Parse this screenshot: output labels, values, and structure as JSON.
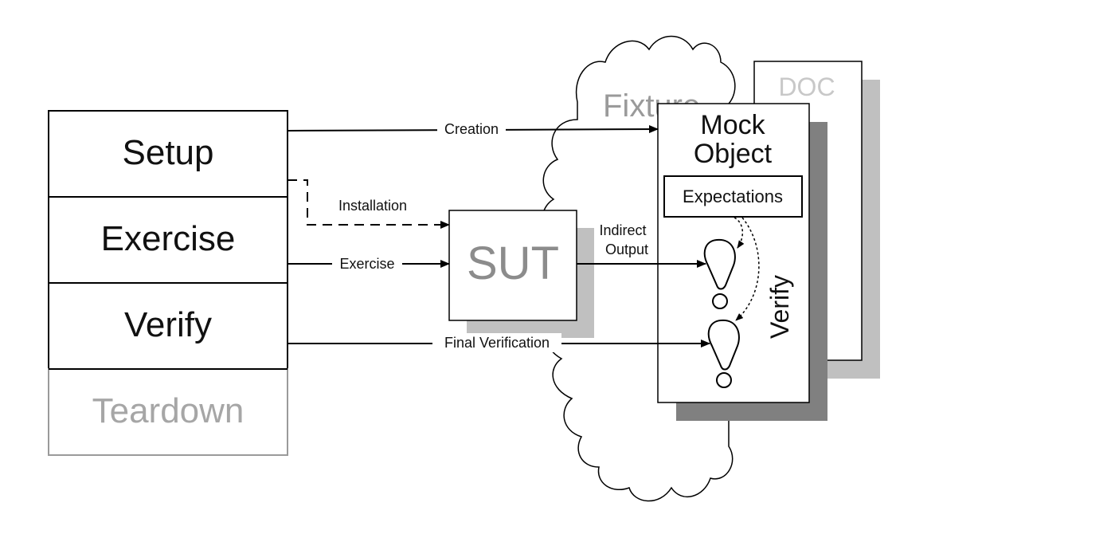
{
  "phases": {
    "setup": "Setup",
    "exercise": "Exercise",
    "verify": "Verify",
    "teardown": "Teardown"
  },
  "flows": {
    "creation": "Creation",
    "installation": "Installation",
    "exercise": "Exercise",
    "indirect_output_line1": "Indirect",
    "indirect_output_line2": "Output",
    "final_verification": "Final Verification"
  },
  "fixture": {
    "label": "Fixture"
  },
  "sut": {
    "label": "SUT"
  },
  "doc": {
    "label": "DOC"
  },
  "mock_object": {
    "title_line1": "Mock",
    "title_line2": "Object",
    "expectations": "Expectations",
    "verify": "Verify"
  },
  "colors": {
    "line": "#000000",
    "shadow_dark": "#808080",
    "shadow_light": "#c0c0c0",
    "muted_text": "#9a9a9a"
  }
}
